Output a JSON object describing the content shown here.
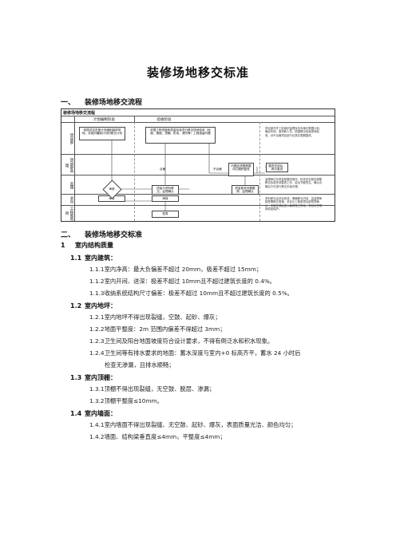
{
  "title": "装修场地移交标准",
  "section1": {
    "num": "一、",
    "title": "装修场地移交流程"
  },
  "flowchart": {
    "title": "装修场地移交流程",
    "phases": [
      "计划编制阶段",
      "验收阶段"
    ],
    "lanes": [
      "项目部",
      "项目部监理",
      "监理",
      "总包",
      "工程部项目"
    ],
    "boxes": {
      "b1": "依照总控进度计划编制装修场地，并组织编制计划的移交计划",
      "b2": "依据工程进度和质量标准进行移交场地验收（地面、墙面、顶棚、机电、消防等）工程遗留问题",
      "b3": "问题反馈限期整改并跟踪复查",
      "b4": "整改完成后，再次复查",
      "b5": "质量与资料移交，监理确认",
      "b6": "质量核查问题跟踪，监理确认",
      "b7": "审核",
      "b8": "审核",
      "b9": "签章"
    },
    "diamond": "审核",
    "labels": {
      "pass": "合格",
      "fail": "不合格"
    },
    "notes": [
      "项目部在开工前组织监理及总包单位根据计划、确定时间、事项和人员，依据移交标准现场验收，对不合格项目进行记录并限期整改。",
      "监理单位负责复核整改情况，检查总包是否按照移交标准完成整改工作，给出书面意见，确认合格后方可进行移交手续办理。",
      "资料移交由总包完成，明确移交内容，由监理审核签署移交表格，总包与工程部项目部签章确认，交接完成后进入装修施工阶段，总包负责现场成品保护。"
    ]
  },
  "section2": {
    "num": "二、",
    "title": "装修场地移交标准"
  },
  "sub1": {
    "num": "1",
    "title": "室内结构质量"
  },
  "s11": {
    "num": "1.1",
    "title": "室内建筑：",
    "items": [
      "1.1.1室内净高：最大负偏差不超过 20mm，极差不超过 15mm；",
      "1.1.2室内开间、进深：极差不超过 10mm且不超过建筑长度的 0.4%。",
      "1.1.3收纳系统结构尺寸偏差：极差不超过 10mm且不超过建筑长度的 0.5%。"
    ]
  },
  "s12": {
    "num": "1.2",
    "title": "室内地坪：",
    "items": [
      "1.2.1室内地坪不得出现裂缝，空鼓、起砂、爆灰；",
      "1.2.2地面平整度：2m 范围内偏差不得超过 3mm；",
      "1.2.3卫生间及阳台地面坡度符合设计要求，不得有倒泛水和积水现象。",
      "1.2.4卫生间等有排水要求的地面：蓄水深度与室内+0 标高齐平，蓄水 24 小时后"
    ],
    "item_cont": "检查无渗漏，且排水顺畅；"
  },
  "s13": {
    "num": "1.3",
    "title": "室内顶棚：",
    "items": [
      "1.3.1顶棚不得出现裂缝，无空鼓、脱层、渗漏；",
      "1.3.2顶棚平整度≤10mm。"
    ]
  },
  "s14": {
    "num": "1.4",
    "title": "室内墙面：",
    "items": [
      "1.4.1室内墙面不得出现裂缝、无空鼓、起砂、爆灰，表面质量光洁、颜色均匀；",
      "1.4.2墙面、结构梁垂直度≤4mm，平整度≤4mm；"
    ]
  }
}
